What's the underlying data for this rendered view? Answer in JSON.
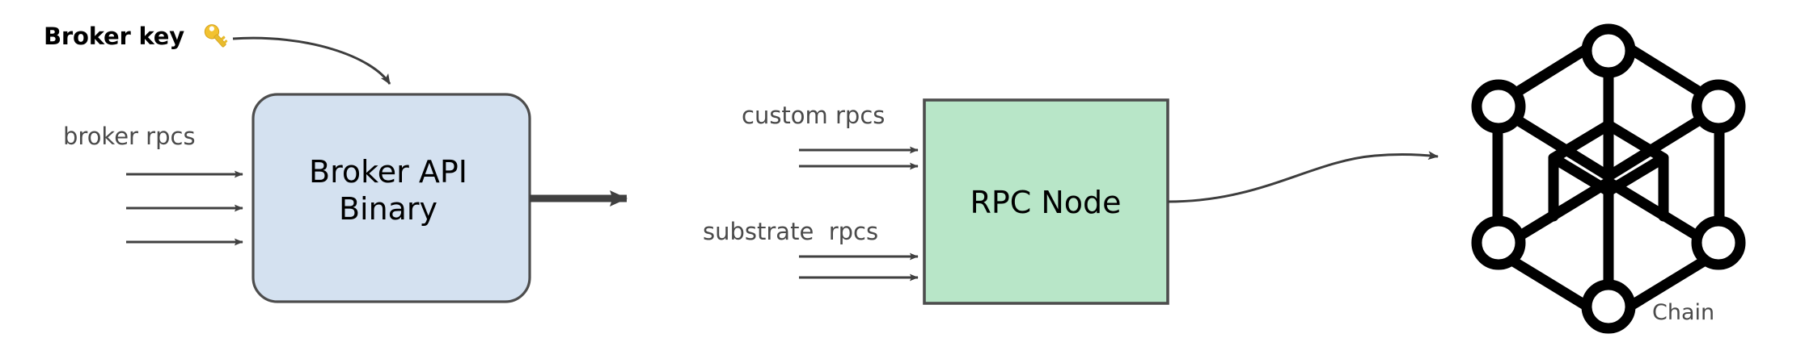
{
  "diagram": {
    "title": "Broker API / RPC Node / Chain architecture",
    "background": "#ffffff"
  },
  "colors": {
    "broker_box_fill": "#d4e1f0",
    "broker_box_stroke": "#4d4d4d",
    "rpc_box_fill": "#b8e6c8",
    "rpc_box_stroke": "#4d4d4d",
    "arrow_color": "#404040",
    "thick_arrow_color": "#404040",
    "label_text": "#4a4a4a",
    "node_text": "#000000",
    "key_text": "#000000",
    "chain_icon": "#000000",
    "key_gold": "#f2c230",
    "key_gold_dark": "#d8a521"
  },
  "annotations": {
    "broker_key": {
      "text": "Broker key",
      "icon": "key-icon"
    }
  },
  "nodes": [
    {
      "id": "broker-api-binary",
      "label": "Broker API\nBinary",
      "shape": "rounded-rect",
      "fill": "#d4e1f0"
    },
    {
      "id": "rpc-node",
      "label": "RPC Node",
      "shape": "rect",
      "fill": "#b8e6c8"
    },
    {
      "id": "chain",
      "label": "Chain",
      "shape": "network-cube-icon",
      "fill": "none"
    }
  ],
  "edge_labels": {
    "broker_rpcs": "broker rpcs",
    "custom_rpcs": "custom rpcs",
    "substrate_rpcs": "substrate  rpcs",
    "chain_caption": "Chain"
  },
  "edges": [
    {
      "id": "broker-rpcs-in",
      "label": "broker rpcs",
      "count": 3,
      "target": "broker-api-binary",
      "style": "thin-arrow"
    },
    {
      "id": "broker-key-in",
      "label": "Broker key",
      "count": 1,
      "target": "broker-api-binary",
      "style": "curved-arrow"
    },
    {
      "id": "broker-api-out",
      "label": "",
      "count": 1,
      "source": "broker-api-binary",
      "style": "thick-arrow"
    },
    {
      "id": "custom-rpcs-in",
      "label": "custom rpcs",
      "count": 2,
      "target": "rpc-node",
      "style": "thin-arrow"
    },
    {
      "id": "substrate-rpcs-in",
      "label": "substrate  rpcs",
      "count": 2,
      "target": "rpc-node",
      "style": "thin-arrow"
    },
    {
      "id": "rpc-to-chain",
      "label": "",
      "count": 1,
      "source": "rpc-node",
      "target": "chain",
      "style": "curved-arrow"
    }
  ],
  "chain_icon": {
    "name": "network-cube-icon",
    "node_count": 6,
    "description": "hexagonal wireframe cube with circular nodes at vertices"
  }
}
